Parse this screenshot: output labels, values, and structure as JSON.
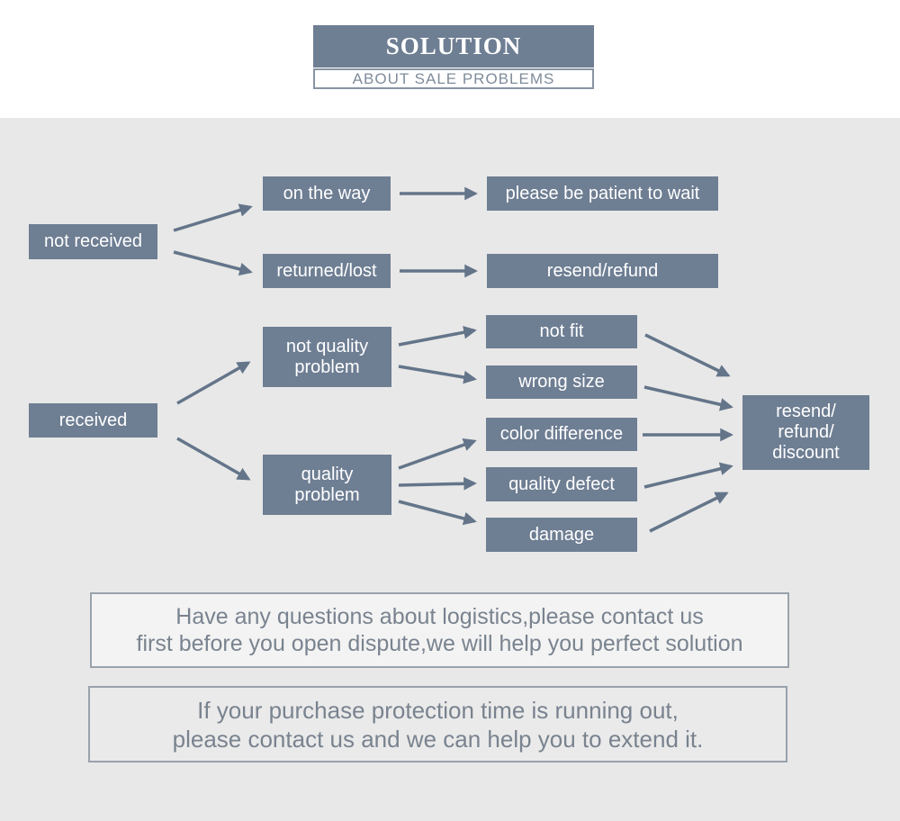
{
  "colors": {
    "node_fill": "#6E7E93",
    "arrow": "#64758A",
    "chart_bg": "#E8E8E8",
    "note_text": "#79838F",
    "note_border": "#99A2AB",
    "subtitle_text": "#7F8C9A",
    "node_text": "#FFFFFF"
  },
  "header": {
    "title": "SOLUTION",
    "subtitle": "ABOUT SALE PROBLEMS"
  },
  "flowchart": {
    "nodes": {
      "not_received": {
        "label": "not received"
      },
      "on_the_way": {
        "label": "on the way"
      },
      "please_wait": {
        "label": "please be patient to wait"
      },
      "returned_lost": {
        "label": "returned/lost"
      },
      "resend_refund": {
        "label": "resend/refund"
      },
      "received": {
        "label": "received"
      },
      "not_quality_problem": {
        "line1": "not quality",
        "line2": "problem"
      },
      "quality_problem": {
        "line1": "quality",
        "line2": "problem"
      },
      "not_fit": {
        "label": "not fit"
      },
      "wrong_size": {
        "label": "wrong size"
      },
      "color_difference": {
        "label": "color difference"
      },
      "quality_defect": {
        "label": "quality defect"
      },
      "damage": {
        "label": "damage"
      },
      "resend_refund_discount": {
        "line1": "resend/",
        "line2": "refund/",
        "line3": "discount"
      }
    },
    "edges": [
      {
        "from": "not_received",
        "to": "on_the_way"
      },
      {
        "from": "not_received",
        "to": "returned_lost"
      },
      {
        "from": "on_the_way",
        "to": "please_wait"
      },
      {
        "from": "returned_lost",
        "to": "resend_refund"
      },
      {
        "from": "received",
        "to": "not_quality_problem"
      },
      {
        "from": "received",
        "to": "quality_problem"
      },
      {
        "from": "not_quality_problem",
        "to": "not_fit"
      },
      {
        "from": "not_quality_problem",
        "to": "wrong_size"
      },
      {
        "from": "quality_problem",
        "to": "color_difference"
      },
      {
        "from": "quality_problem",
        "to": "quality_defect"
      },
      {
        "from": "quality_problem",
        "to": "damage"
      },
      {
        "from": "not_fit",
        "to": "resend_refund_discount"
      },
      {
        "from": "wrong_size",
        "to": "resend_refund_discount"
      },
      {
        "from": "color_difference",
        "to": "resend_refund_discount"
      },
      {
        "from": "quality_defect",
        "to": "resend_refund_discount"
      },
      {
        "from": "damage",
        "to": "resend_refund_discount"
      }
    ]
  },
  "notes": {
    "logistics": {
      "line1": "Have any questions about logistics,please contact us",
      "line2": "first before you open dispute,we will help you perfect solution"
    },
    "protection": {
      "line1": "If your purchase protection time is running out,",
      "line2": "please contact us and we can help you to extend it."
    }
  }
}
